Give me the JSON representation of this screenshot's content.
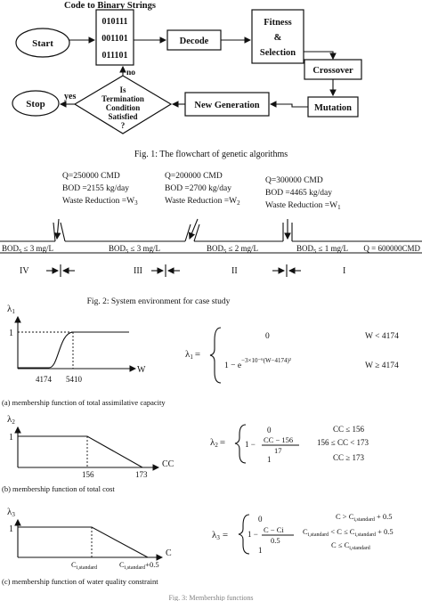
{
  "flowchart": {
    "header": "Code to Binary Strings",
    "start": "Start",
    "binary_strings": [
      "010111",
      "001101",
      "011101"
    ],
    "decode": "Decode",
    "fitness": [
      "Fitness",
      "&",
      "Selection"
    ],
    "crossover": "Crossover",
    "mutation": "Mutation",
    "new_generation": "New Generation",
    "termination": [
      "Is",
      "Termination",
      "Condition",
      "Satisfied",
      "?"
    ],
    "no": "no",
    "yes": "yes",
    "stop": "Stop",
    "caption": "Fig. 1: The flowchart of genetic algorithms"
  },
  "river": {
    "sources": [
      {
        "q": "Q=250000 CMD",
        "bod": "BOD =2155 kg/day",
        "waste": "Waste Reduction =W",
        "sub": "3"
      },
      {
        "q": "Q=200000 CMD",
        "bod": "BOD =2700 kg/day",
        "waste": "Waste Reduction =W",
        "sub": "2"
      },
      {
        "q": "Q=300000 CMD",
        "bod": "BOD =4465 kg/day",
        "waste": "Waste Reduction =W",
        "sub": "1"
      }
    ],
    "bod_labels": [
      {
        "pre": "BOD",
        "sub": "5",
        "post": " ≤ 3 mg/L"
      },
      {
        "pre": "BOD",
        "sub": "5",
        "post": " ≤ 3 mg/L"
      },
      {
        "pre": "BOD",
        "sub": "5",
        "post": " ≤ 2 mg/L"
      },
      {
        "pre": "BOD",
        "sub": "5",
        "post": " ≤ 1 mg/L"
      }
    ],
    "flow": "Q = 600000CMD",
    "reaches": [
      "IV",
      "III",
      "II",
      "I"
    ],
    "caption": "Fig. 2: System environment for case study"
  },
  "memberships": {
    "a": {
      "ylabel": "λ",
      "ysub": "1",
      "one": "1",
      "xlabel": "W",
      "ticks": [
        "4174",
        "5410"
      ],
      "caption": "(a) membership function of total assimilative capacity",
      "eq_lhs": "λ",
      "eq_lhs_sub": "1",
      "eq_eq": "=",
      "cases": [
        "0",
        "1 − e",
        "W < 4174",
        "W ≥ 4174"
      ],
      "exp": "−3×10⁻⁶(W−4174)²"
    },
    "b": {
      "ylabel": "λ",
      "ysub": "2",
      "one": "1",
      "xlabel": "CC",
      "ticks": [
        "156",
        "173"
      ],
      "caption": "(b) membership function of total cost",
      "eq_lhs": "λ",
      "eq_lhs_sub": "2",
      "eq_eq": "=",
      "cases": [
        "0",
        "1 −",
        "CC − 156",
        "17",
        "1"
      ],
      "conds": [
        "CC ≤ 156",
        "156 ≤ CC < 173",
        "CC ≥ 173"
      ]
    },
    "c": {
      "ylabel": "λ",
      "ysub": "3",
      "one": "1",
      "xlabel": "C",
      "ticks": [
        "C",
        "i,standard",
        "C",
        "i,standard",
        "+0.5"
      ],
      "caption": "(c) membership function of water quality constraint",
      "eq_lhs": "λ",
      "eq_lhs_sub": "3",
      "eq_eq": "=",
      "cases": [
        "0",
        "1 −",
        "C − Ci",
        "0.5",
        "1"
      ],
      "conds": [
        "C > C",
        "i,standard",
        " + 0.5",
        "C",
        "i,standard",
        " < C ≤ C",
        "i,standard",
        " + 0.5",
        "C ≤ C",
        "i,standard"
      ]
    },
    "caption_partial": "Fig. 3: Membership functions"
  }
}
